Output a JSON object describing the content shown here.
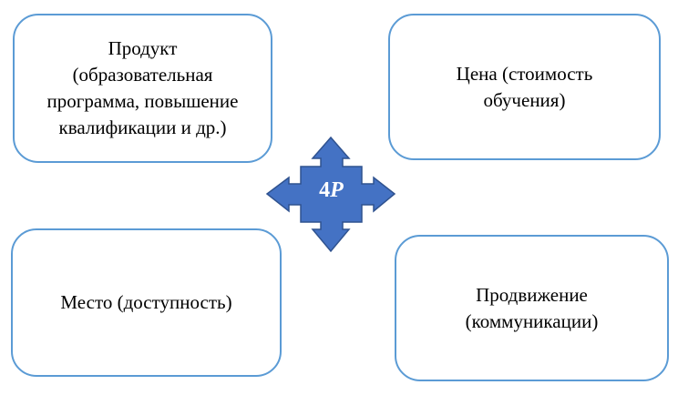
{
  "center": {
    "number": "4",
    "letter": "P"
  },
  "boxes": {
    "product": "Продукт (образовательная программа, повышение квалификации и др.)",
    "price": "Цена (стоимость обучения)",
    "place": "Место (доступность)",
    "promotion": "Продвижение (коммуникации)"
  },
  "colors": {
    "border": "#5b9bd5",
    "arrow_fill": "#4472c4",
    "arrow_stroke": "#2f528f"
  }
}
